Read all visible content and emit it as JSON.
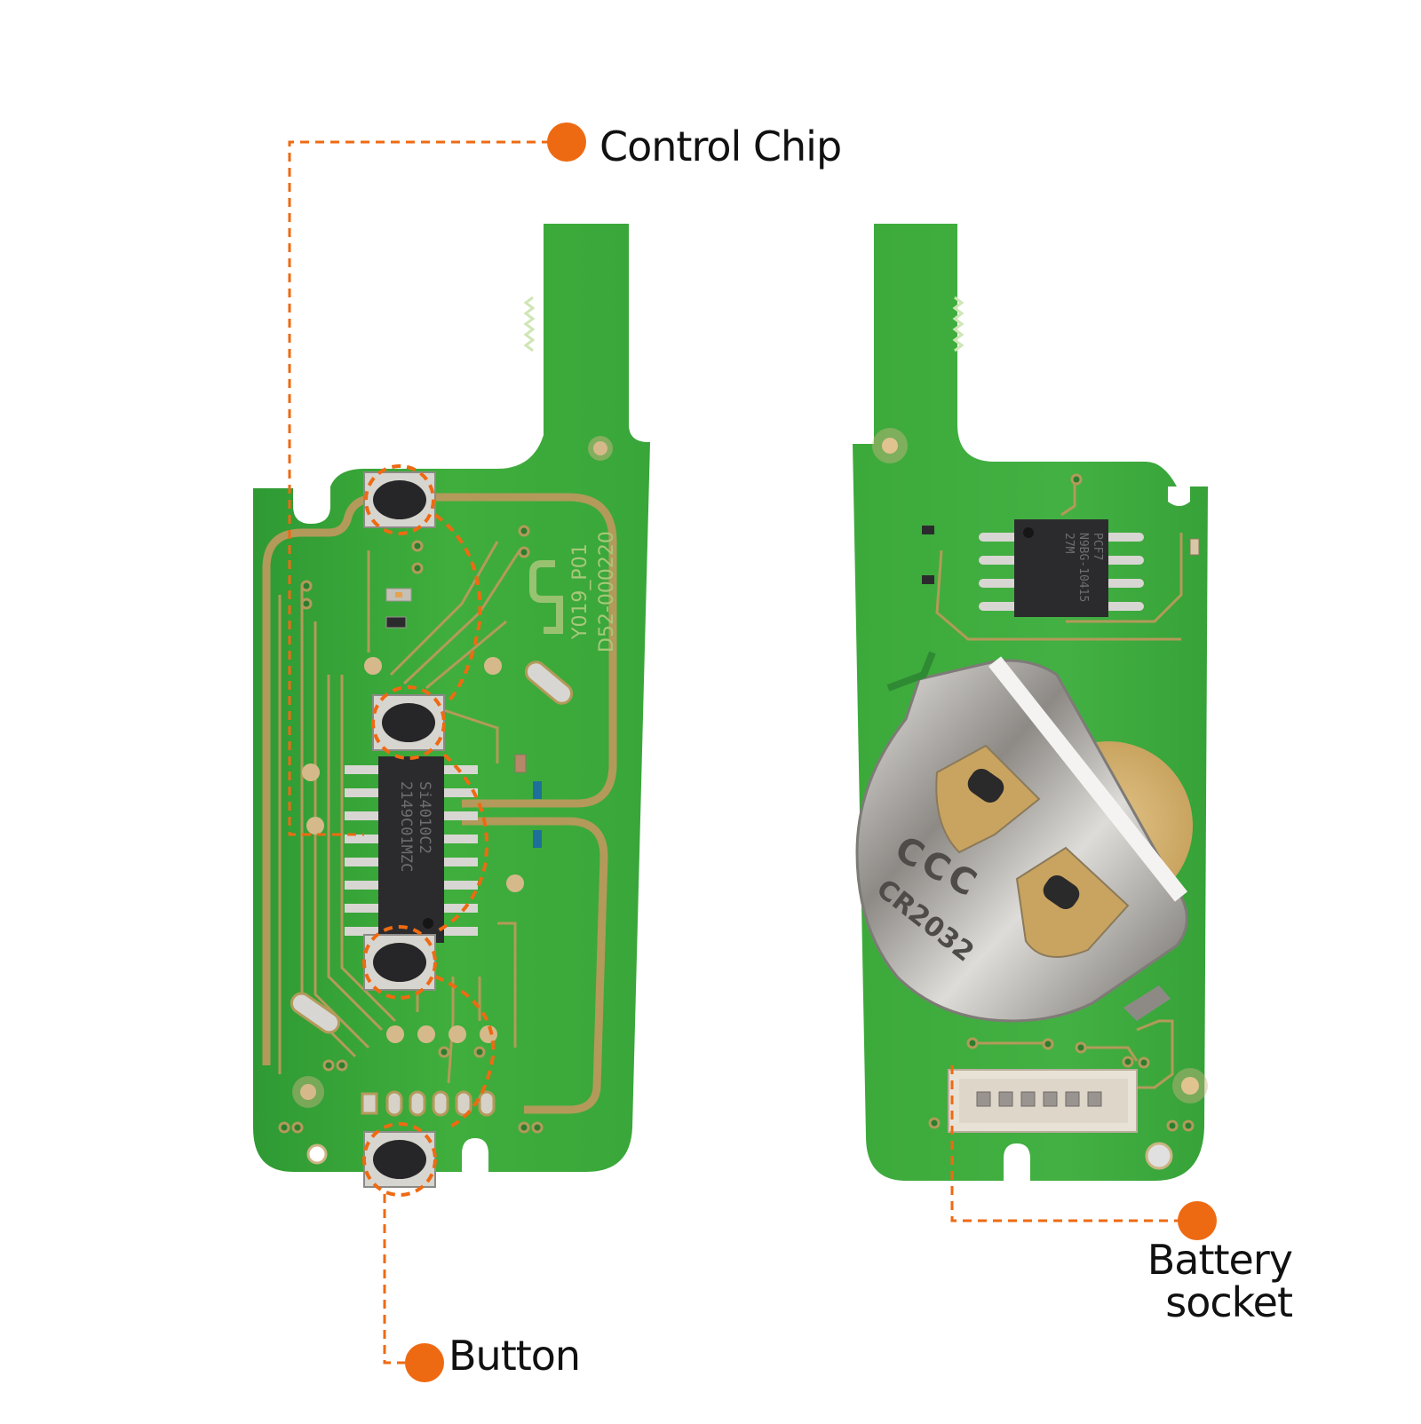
{
  "image": {
    "description": "Two remote key PCBs (front and back) with orange callout annotations",
    "background": "#ffffff"
  },
  "colors": {
    "accent": "#ee6a12",
    "pcb_green": "#3fae3c",
    "pcb_green_dark": "#2f9a34",
    "trace_gold": "#b39a5a",
    "pad_gold": "#d6b98a",
    "chip_black": "#2b2b2d",
    "metal_silver": "#c9c7c2",
    "label_text": "#111111"
  },
  "annotations": {
    "control_chip": {
      "label": "Control Chip"
    },
    "button": {
      "label": "Button"
    },
    "battery_socket": {
      "label_line1": "Battery",
      "label_line2": "socket"
    }
  },
  "left_board": {
    "silkscreen_model": "Y019_P01",
    "silkscreen_part": "D52-000220",
    "chip_marking_line1": "Si4010C2",
    "chip_marking_line2": "2149C01MZC"
  },
  "right_board": {
    "chip_marking_line1": "PCF7",
    "chip_marking_line2": "N9BG-10415",
    "chip_marking_line3": "27M",
    "battery_holder_marking_line1": "CCC",
    "battery_holder_marking_line2": "CR2032"
  }
}
